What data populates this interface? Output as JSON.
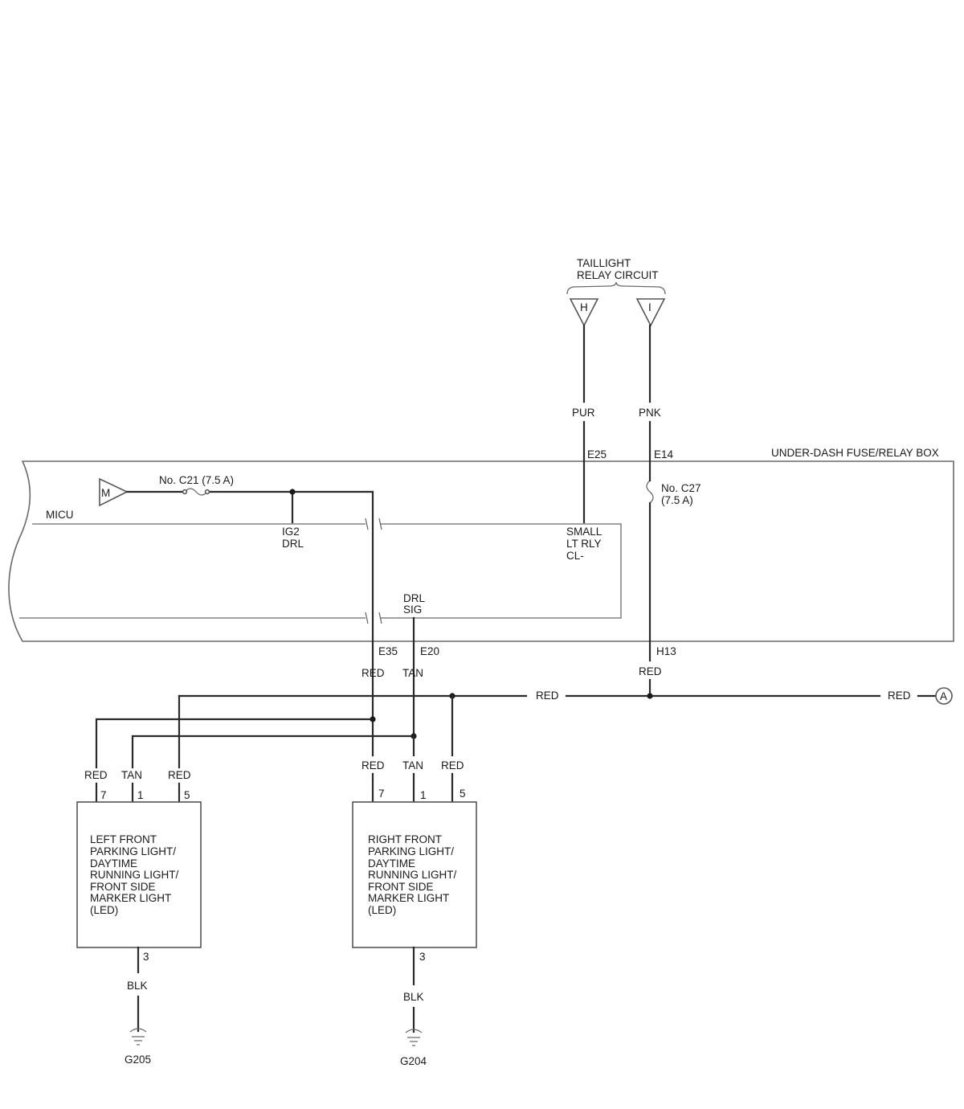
{
  "taillight": {
    "title_line1": "TAILLIGHT",
    "title_line2": "RELAY CIRCUIT",
    "terminal_h": "H",
    "terminal_i": "I"
  },
  "fuse_box": {
    "title": "UNDER-DASH FUSE/RELAY BOX",
    "power_terminal": "M",
    "fuse_c21": "No. C21 (7.5 A)",
    "fuse_c27_line1": "No. C27",
    "fuse_c27_line2": "(7.5 A)",
    "micu": "MICU",
    "ig2_line1": "IG2",
    "ig2_line2": "DRL",
    "small_line1": "SMALL",
    "small_line2": "LT RLY",
    "small_line3": "CL-",
    "drl_line1": "DRL",
    "drl_line2": "SIG"
  },
  "connectors": {
    "e25": "E25",
    "e14": "E14",
    "e35": "E35",
    "e20": "E20",
    "h13": "H13"
  },
  "wires": {
    "pur": "PUR",
    "pnk": "PNK",
    "red_e35": "RED",
    "tan_e20": "TAN",
    "red_h13": "RED",
    "red_bus_mid": "RED",
    "red_bus_right": "RED",
    "left_red7": "RED",
    "left_tan1": "TAN",
    "left_red5": "RED",
    "right_red7": "RED",
    "right_tan1": "TAN",
    "right_red5": "RED",
    "left_blk": "BLK",
    "right_blk": "BLK"
  },
  "offpage": {
    "a": "A"
  },
  "left_light": {
    "lines": [
      "LEFT FRONT",
      "PARKING LIGHT/",
      "DAYTIME",
      "RUNNING LIGHT/",
      "FRONT SIDE",
      "MARKER LIGHT",
      "(LED)"
    ],
    "pin7": "7",
    "pin1": "1",
    "pin5": "5",
    "pin3": "3",
    "ground": "G205"
  },
  "right_light": {
    "lines": [
      "RIGHT FRONT",
      "PARKING LIGHT/",
      "DAYTIME",
      "RUNNING LIGHT/",
      "FRONT SIDE",
      "MARKER LIGHT",
      "(LED)"
    ],
    "pin7": "7",
    "pin1": "1",
    "pin5": "5",
    "pin3": "3",
    "ground": "G204"
  }
}
